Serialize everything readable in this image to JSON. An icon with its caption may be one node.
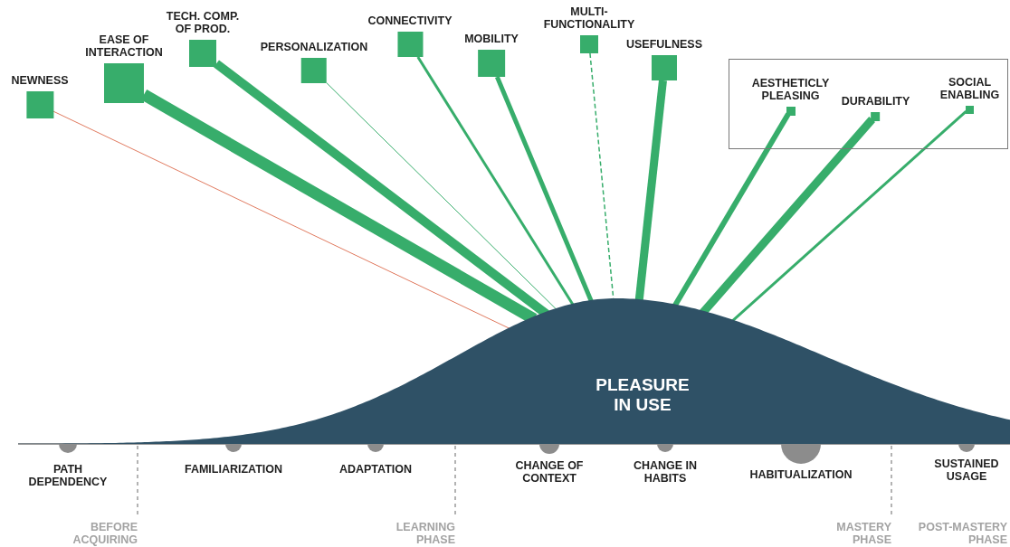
{
  "diagram": {
    "nodes": [
      {
        "text": [
          "NEWNESS"
        ]
      },
      {
        "text": [
          "EASE OF INTERACTION"
        ]
      },
      {
        "text": [
          "TECH. COMP. OF PROD."
        ]
      },
      {
        "text": [
          "PERSONALIZATION"
        ]
      },
      {
        "text": [
          "CONNECTIVITY"
        ]
      },
      {
        "text": [
          "MOBILITY"
        ]
      },
      {
        "text": [
          "MULTI- FUNCTIONALITY"
        ]
      },
      {
        "text": [
          "USEFULNESS"
        ]
      },
      {
        "text": [],
        "shape": "box"
      },
      {
        "text": [
          "AESTHETICLY PLEASING"
        ],
        "in": 8
      },
      {
        "text": [
          "DURABILITY"
        ],
        "in": 8
      },
      {
        "text": [
          "SOCIAL ENABLING"
        ],
        "in": 8
      },
      {
        "text": [
          "PLEASURE IN USE"
        ]
      }
    ],
    "edges": [
      {
        "from": 0,
        "to": 12,
        "arrow": "none",
        "color": "#e07a5f"
      },
      {
        "from": 1,
        "to": 12,
        "arrow": "none",
        "style": "thick"
      },
      {
        "from": 2,
        "to": 12,
        "arrow": "none",
        "style": "thick"
      },
      {
        "from": 3,
        "to": 12,
        "arrow": "none"
      },
      {
        "from": 4,
        "to": 12,
        "arrow": "none"
      },
      {
        "from": 5,
        "to": 12,
        "arrow": "none"
      },
      {
        "from": 6,
        "to": 12,
        "arrow": "none",
        "style": "dashed"
      },
      {
        "from": 7,
        "to": 12,
        "arrow": "none",
        "style": "thick"
      },
      {
        "from": 9,
        "to": 12,
        "arrow": "none"
      },
      {
        "from": 10,
        "to": 12,
        "arrow": "none",
        "style": "thick"
      },
      {
        "from": 11,
        "to": 12,
        "arrow": "none"
      }
    ],
    "labels": [
      "PATH DEPENDENCY",
      "FAMILIARIZATION",
      "ADAPTATION",
      "CHANGE OF CONTEXT",
      "CHANGE IN HABITS",
      "HABITUALIZATION",
      "SUSTAINED USAGE",
      "BEFORE ACQUIRING",
      "LEARNING PHASE",
      "MASTERY PHASE",
      "POST-MASTERY PHASE"
    ]
  }
}
